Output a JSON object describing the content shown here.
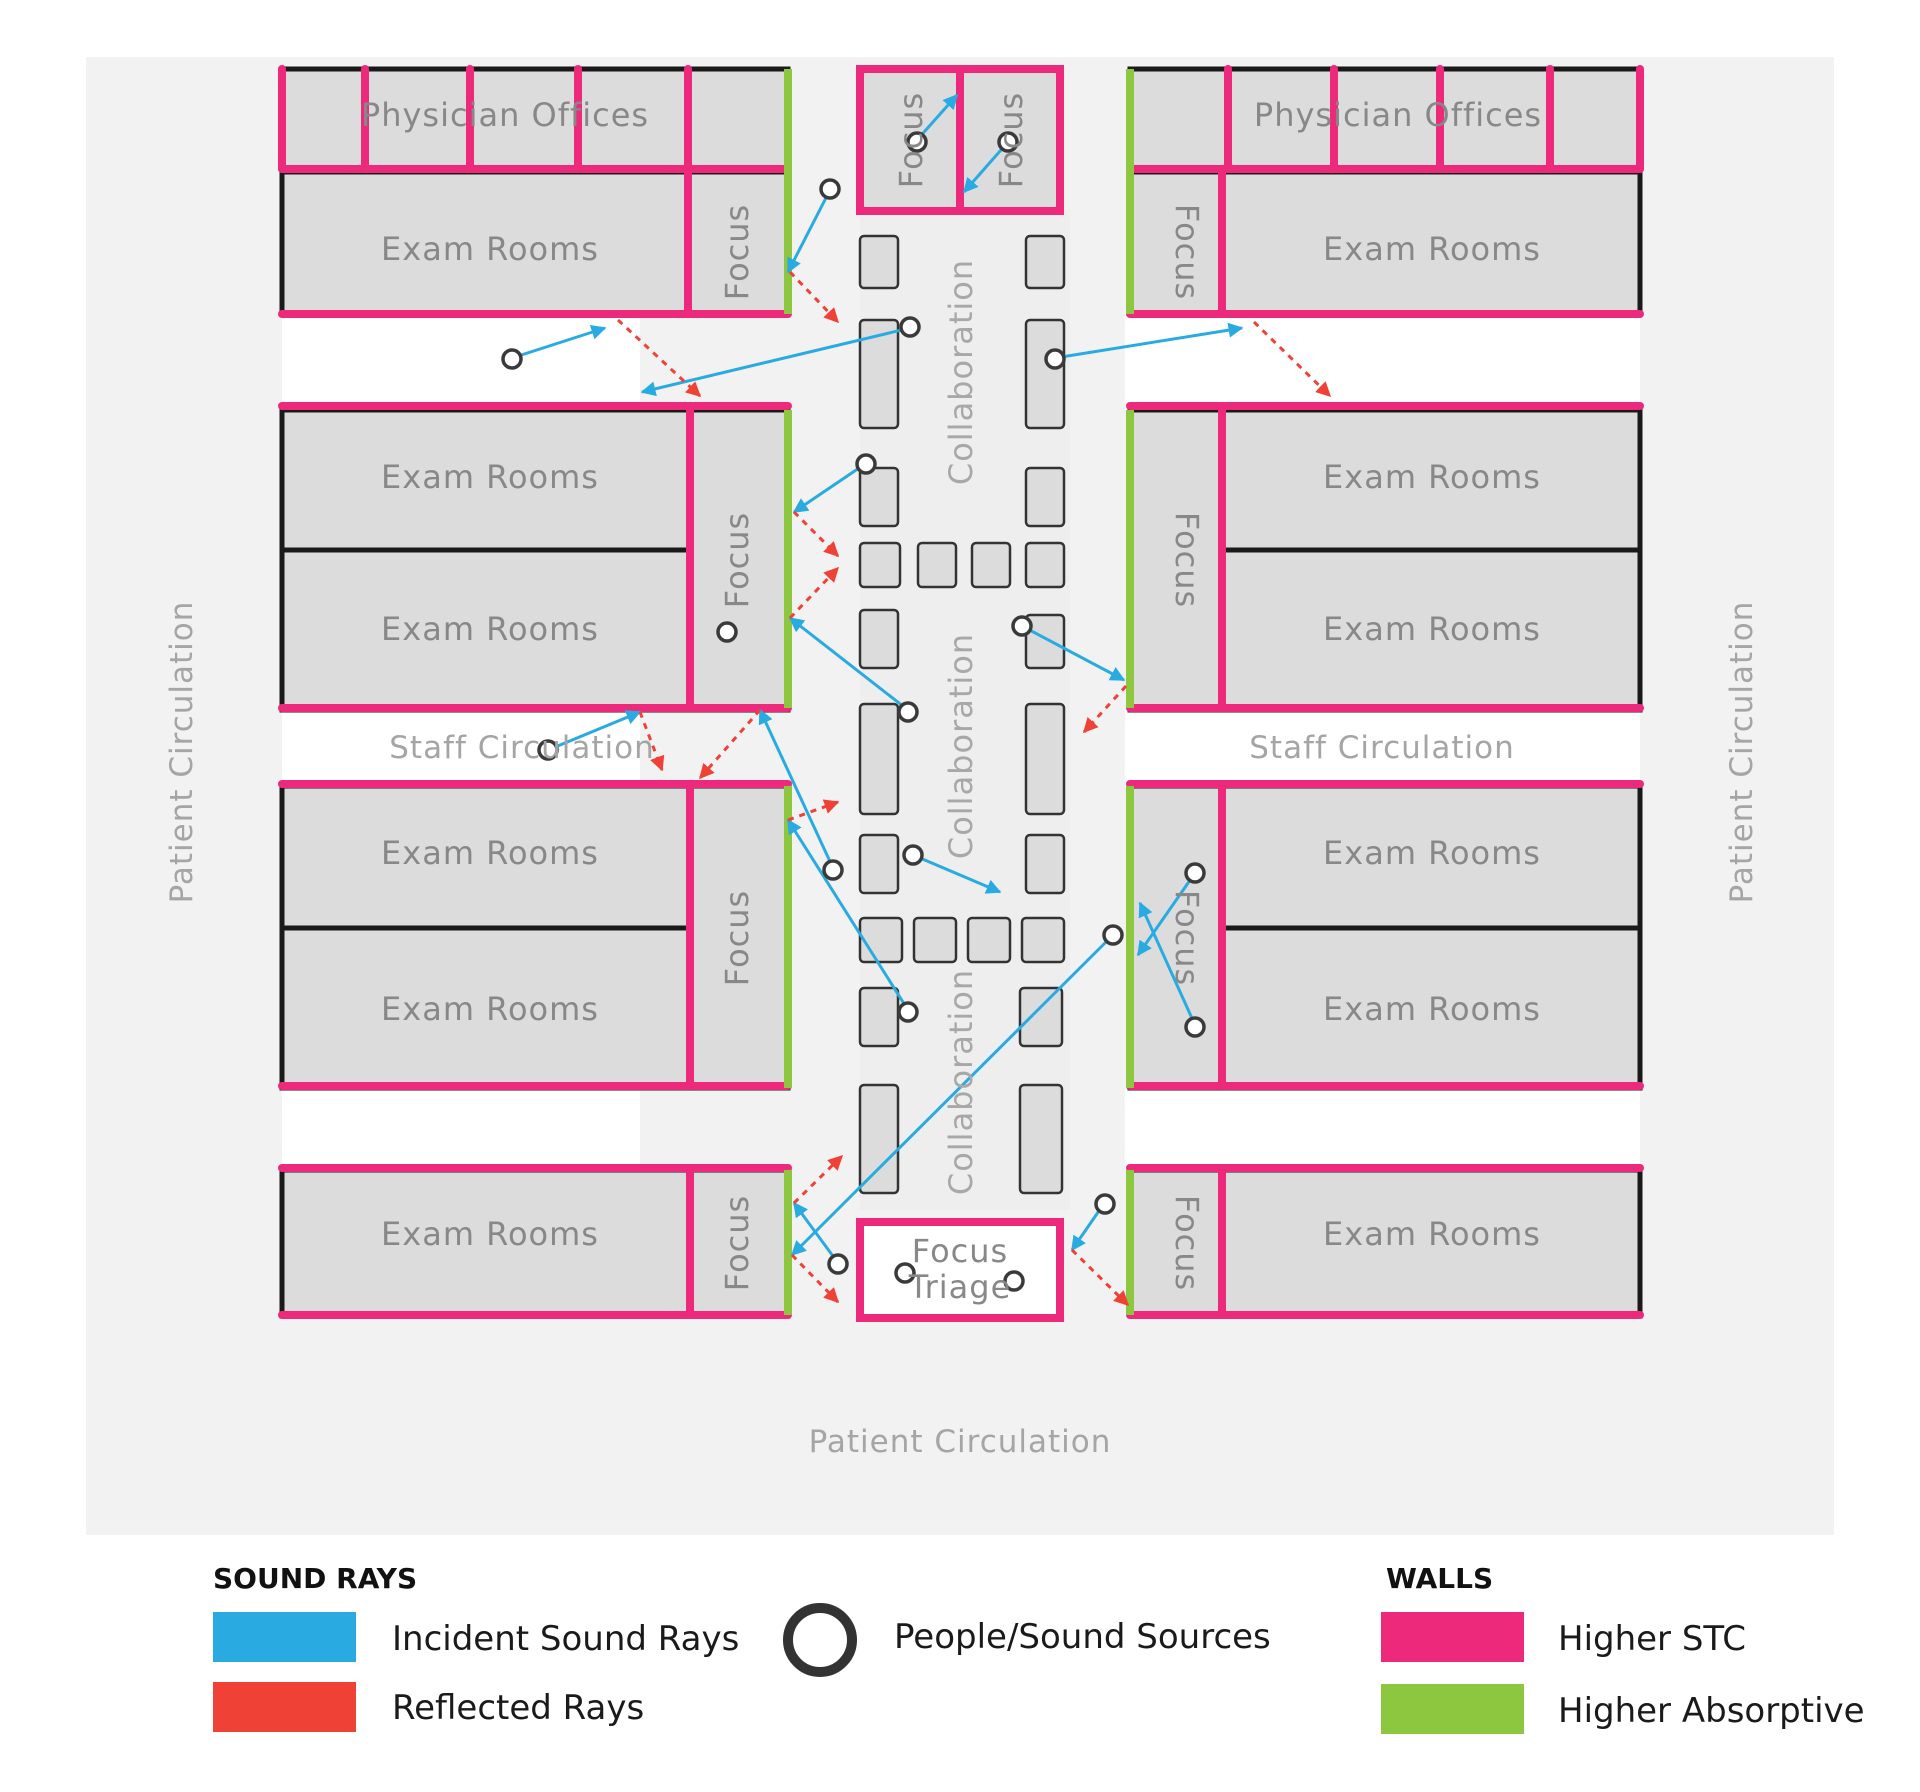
{
  "labels": {
    "physician_offices": "Physician Offices",
    "exam_rooms": "Exam Rooms",
    "focus": "Focus",
    "collaboration": "Collaboration",
    "staff_circulation": "Staff Circulation",
    "patient_circulation": "Patient Circulation",
    "focus_triage_line1": "Focus",
    "focus_triage_line2": "Triage"
  },
  "legend": {
    "sound_rays_heading": "SOUND RAYS",
    "incident": "Incident Sound Rays",
    "reflected": "Reflected Rays",
    "sources": "People/Sound Sources",
    "walls_heading": "WALLS",
    "higher_stc": "Higher STC",
    "higher_absorptive": "Higher Absorptive"
  },
  "colors": {
    "incident": "#29abe2",
    "reflected": "#ef4136",
    "stc_wall": "#ec297b",
    "absorptive_wall": "#8dc63f",
    "room_fill": "#dcdcdc",
    "plan_bg": "#f2f2f2"
  }
}
